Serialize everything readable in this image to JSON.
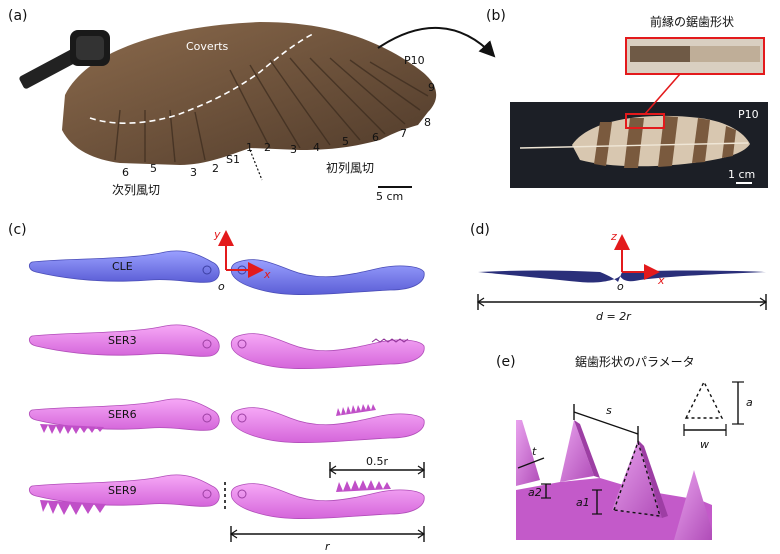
{
  "panels": {
    "a": "(a)",
    "b": "(b)",
    "c": "(c)",
    "d": "(d)",
    "e": "(e)"
  },
  "panel_a": {
    "coverts_label": "Coverts",
    "feather_numbers_primary": [
      "1",
      "2",
      "3",
      "4",
      "5",
      "6",
      "7",
      "8",
      "9",
      "P10"
    ],
    "feather_numbers_secondary": [
      "6",
      "5",
      "3",
      "2",
      "S1"
    ],
    "secondary_label": "次列風切",
    "primary_label": "初列風切",
    "scale_label": "5 cm"
  },
  "panel_b": {
    "title": "前縁の鋸歯形状",
    "feather_label": "P10",
    "scale_label": "1 cm"
  },
  "panel_c": {
    "blades": [
      "CLE",
      "SER3",
      "SER6",
      "SER9"
    ],
    "axis_y": "y",
    "axis_x": "x",
    "origin": "o",
    "half_span_label": "0.5r",
    "span_label": "r"
  },
  "panel_d": {
    "axis_z": "z",
    "axis_x": "x",
    "origin": "o",
    "diameter_label": "d = 2r"
  },
  "panel_e": {
    "title": "鋸歯形状のパラメータ",
    "params": {
      "s": "s",
      "t": "t",
      "a": "a",
      "a1": "a1",
      "a2": "a2",
      "w": "w"
    }
  },
  "colors": {
    "cle_blade": "#6b6ee6",
    "ser_blade": "#e27ce6",
    "serration": "#c04fc8",
    "axis": "#e31a1c",
    "feather_brown": "#7a5a3e",
    "photo_bg": "#1c1f26"
  }
}
